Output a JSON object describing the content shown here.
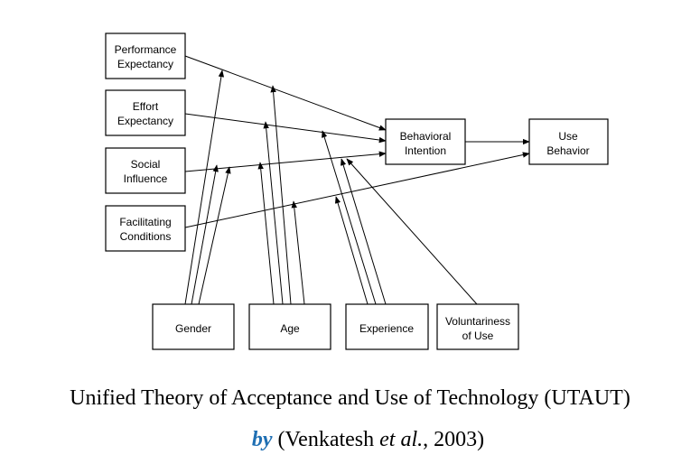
{
  "boxes": {
    "performance": [
      "Performance",
      "Expectancy"
    ],
    "effort": [
      "Effort",
      "Expectancy"
    ],
    "social": [
      "Social",
      "Influence"
    ],
    "facilitating": [
      "Facilitating",
      "Conditions"
    ],
    "intention": [
      "Behavioral",
      "Intention"
    ],
    "use": [
      "Use",
      "Behavior"
    ],
    "gender": [
      "Gender"
    ],
    "age": [
      "Age"
    ],
    "experience": [
      "Experience"
    ],
    "voluntariness": [
      "Voluntariness",
      "of Use"
    ]
  },
  "caption": {
    "title": "Unified Theory of Acceptance and Use of Technology (UTAUT)",
    "by": "by",
    "credit_open": " (Venkatesh ",
    "credit_etal": "et al.",
    "credit_close": ", 2003)"
  },
  "colors": {
    "by_accent": "#1f6fb3",
    "line": "#000000"
  }
}
